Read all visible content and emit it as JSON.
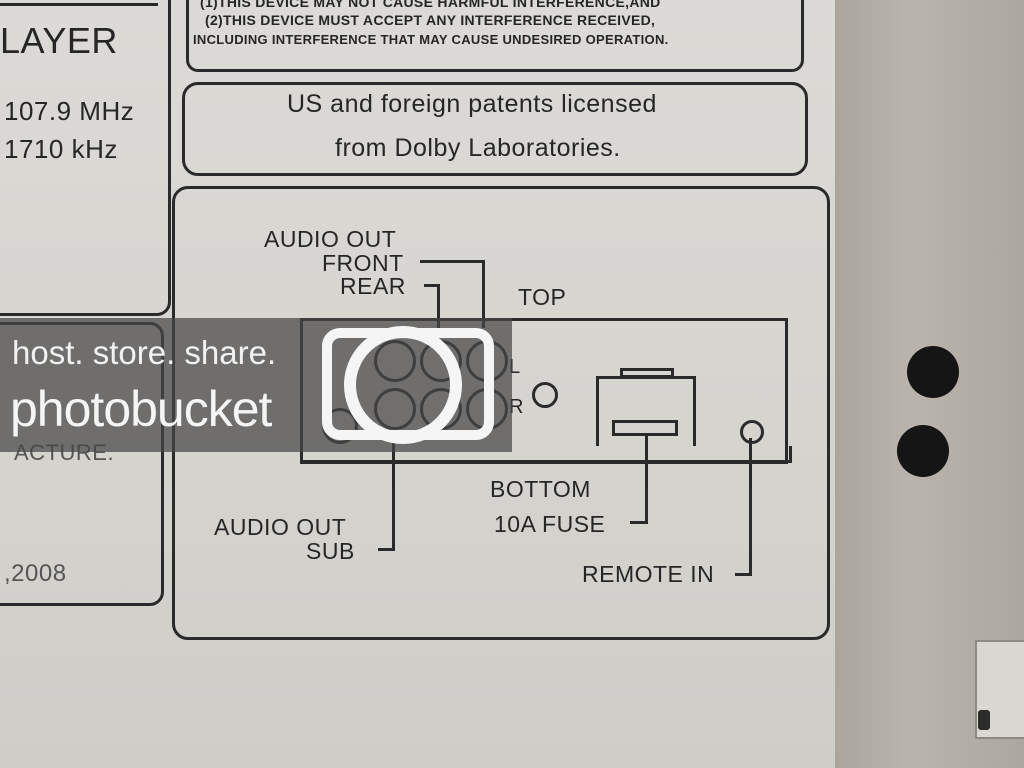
{
  "fcc_notice": {
    "line1": "(1)THIS DEVICE MAY NOT CAUSE HARMFUL INTERFERENCE,AND",
    "line2": "(2)THIS DEVICE MUST ACCEPT ANY INTERFERENCE RECEIVED,",
    "line3": "INCLUDING INTERFERENCE THAT MAY CAUSE UNDESIRED OPERATION."
  },
  "spec_box": {
    "title_fragment": "LAYER",
    "fm_freq": "107.9 MHz",
    "am_freq": "1710  kHz"
  },
  "dolby_box": {
    "line1": "US and foreign patents licensed",
    "line2": "from Dolby Laboratories."
  },
  "left_lower_box": {
    "fragment1": "ACTURE.",
    "fragment2": ",2008"
  },
  "diagram": {
    "audio_out_label": "AUDIO OUT",
    "front_label": "FRONT",
    "rear_label": "REAR",
    "top_label": "TOP",
    "bottom_label": "BOTTOM",
    "fuse_label": "10A FUSE",
    "sub_out_label": "AUDIO OUT",
    "sub_label": "SUB",
    "remote_label": "REMOTE IN",
    "l_label": "L",
    "r_label": "R"
  },
  "watermark": {
    "tagline": "host. store. share.",
    "brand": "photobucket"
  }
}
